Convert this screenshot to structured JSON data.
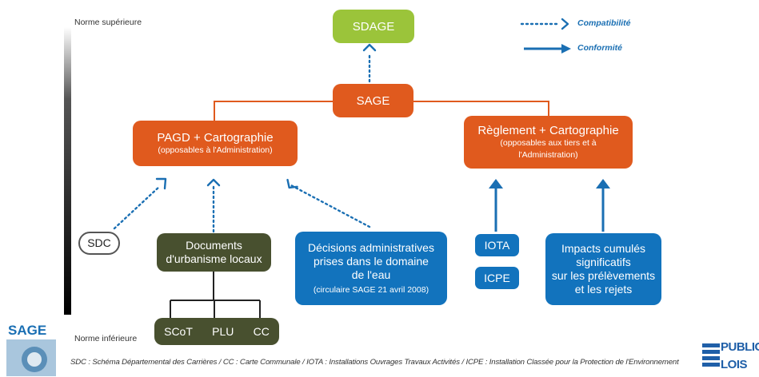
{
  "scale": {
    "top_label": "Norme supérieure",
    "bottom_label": "Norme inférieure"
  },
  "legend": {
    "compatibility": "Compatibilité",
    "conformity": "Conformité"
  },
  "nodes": {
    "sdage": "SDAGE",
    "sage": "SAGE",
    "pagd": {
      "title": "PAGD + Cartographie",
      "subtitle": "(opposables à l'Administration)"
    },
    "reglement": {
      "title": "Règlement + Cartographie",
      "subtitle_1": "(opposables aux tiers et à",
      "subtitle_2": "l'Administration)"
    },
    "sdc": "SDC",
    "documents": {
      "line1": "Documents",
      "line2": "d'urbanisme locaux"
    },
    "decisions": {
      "line1": "Décisions administratives",
      "line2": "prises dans le domaine",
      "line3": "de l'eau",
      "note": "(circulaire SAGE 21 avril 2008)"
    },
    "iota": "IOTA",
    "icpe": "ICPE",
    "impacts": {
      "line1": "Impacts cumulés",
      "line2": "significatifs",
      "line3": "sur les prélèvements",
      "line4": "et les rejets"
    },
    "urbanism_items": [
      "SCoT",
      "PLU",
      "CC"
    ]
  },
  "footnote": "SDC : Schéma Départemental des Carrières / CC : Carte Communale / IOTA : Installations Ouvrages Travaux Activités / ICPE : Installation Classée pour la Protection de l'Environnement",
  "logos": {
    "sage": "SAGE",
    "publi": "PUBLIC",
    "publi_2": "LOIS"
  },
  "colors": {
    "orange": "#e05a1e",
    "blue": "#1273bd",
    "green": "#9bc43a",
    "olive": "#48502f",
    "arrow": "#1a6fb3"
  }
}
